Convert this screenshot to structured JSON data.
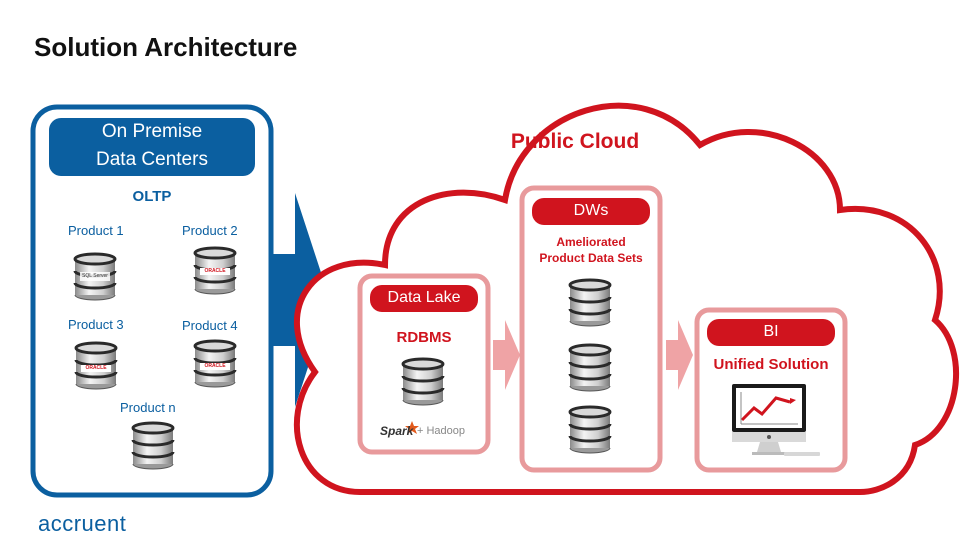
{
  "title": "Solution Architecture",
  "on_premise": {
    "header_line1": "On Premise",
    "header_line2": "Data Centers",
    "subtitle": "OLTP",
    "products": [
      {
        "label": "Product 1",
        "db_brand": "SQL Server"
      },
      {
        "label": "Product 2",
        "db_brand": "ORACLE"
      },
      {
        "label": "Product 3",
        "db_brand": "ORACLE"
      },
      {
        "label": "Product 4",
        "db_brand": "ORACLE"
      },
      {
        "label": "Product n",
        "db_brand": ""
      }
    ]
  },
  "cloud": {
    "title": "Public Cloud",
    "data_lake": {
      "header": "Data Lake",
      "subtitle": "RDBMS",
      "tech_spark": "Spark",
      "tech_hadoop": "+ Hadoop"
    },
    "dws": {
      "header": "DWs",
      "subtitle_line1": "Ameliorated",
      "subtitle_line2": "Product Data Sets"
    },
    "bi": {
      "header": "BI",
      "subtitle": "Unified Solution"
    }
  },
  "brand": "accruent",
  "colors": {
    "blue": "#0b5fa0",
    "red": "#d0141e",
    "pink": "#e89a9c",
    "pink_fill": "#efa3a5"
  }
}
